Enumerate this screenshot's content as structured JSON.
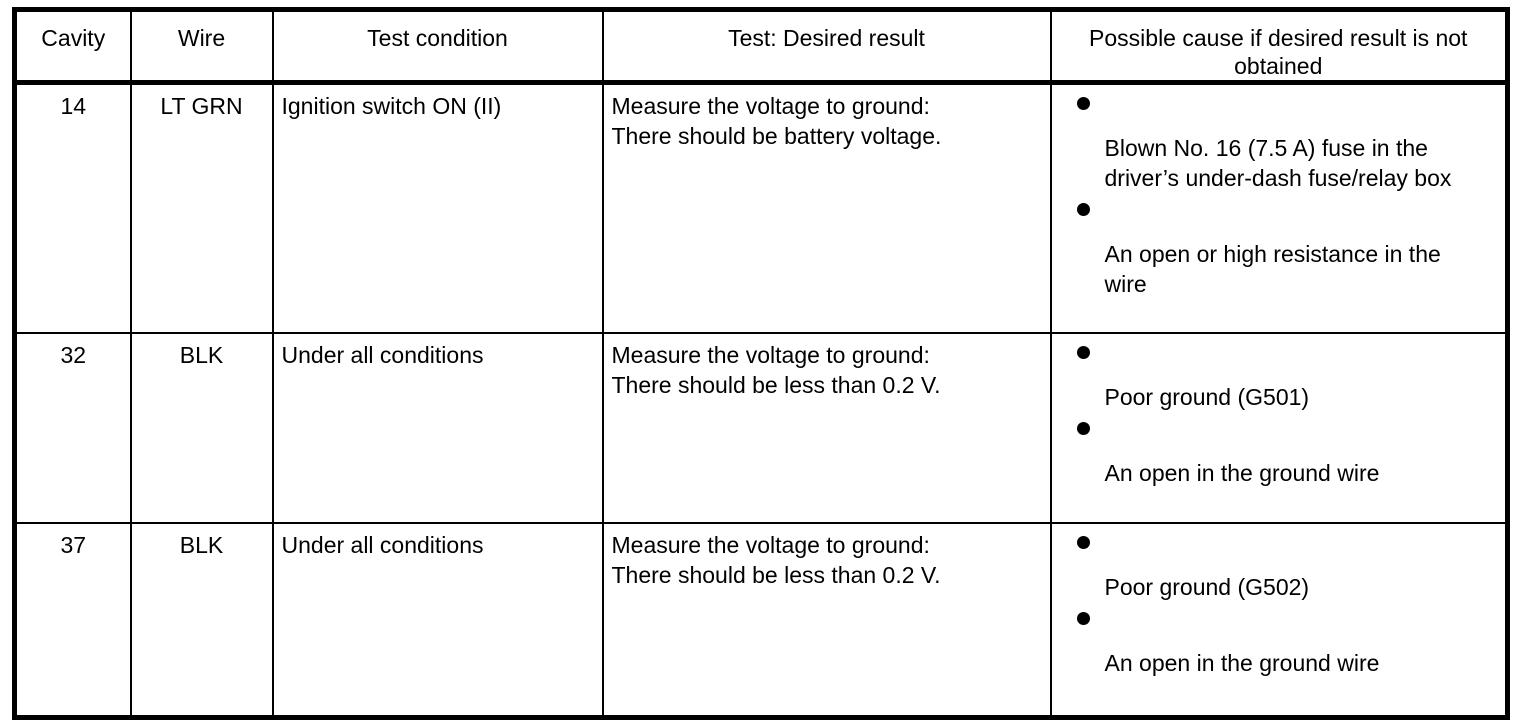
{
  "table": {
    "name": "circuit-test-troubleshooting-table",
    "columns": [
      {
        "key": "cavity",
        "label": "Cavity"
      },
      {
        "key": "wire",
        "label": "Wire"
      },
      {
        "key": "condition",
        "label": "Test condition"
      },
      {
        "key": "desired",
        "label": "Test: Desired result"
      },
      {
        "key": "cause",
        "label": "Possible cause if desired result is not obtained"
      }
    ],
    "rows": [
      {
        "cavity": "14",
        "wire": "LT GRN",
        "condition": "Ignition switch ON (II)",
        "desired_line1": "Measure the voltage to ground:",
        "desired_line2": "There should be battery voltage.",
        "causes": [
          {
            "line1": "Blown No. 16 (7.5 A) fuse in the",
            "line2": "driver’s under-dash fuse/relay box"
          },
          {
            "line1": "An open or high resistance in the",
            "line2": "wire"
          }
        ]
      },
      {
        "cavity": "32",
        "wire": "BLK",
        "condition": "Under all conditions",
        "desired_line1": "Measure the voltage to ground:",
        "desired_line2": "There should be less than 0.2 V.",
        "causes": [
          {
            "line1": "Poor ground (G501)",
            "line2": ""
          },
          {
            "line1": "An open in the ground wire",
            "line2": ""
          }
        ]
      },
      {
        "cavity": "37",
        "wire": "BLK",
        "condition": "Under all conditions",
        "desired_line1": "Measure the voltage to ground:",
        "desired_line2": "There should be less than 0.2 V.",
        "causes": [
          {
            "line1": "Poor ground (G502)",
            "line2": ""
          },
          {
            "line1": "An open in the ground wire",
            "line2": ""
          }
        ]
      }
    ]
  },
  "colors": {
    "text": "#000000",
    "rule": "#000000",
    "background": "#ffffff"
  }
}
